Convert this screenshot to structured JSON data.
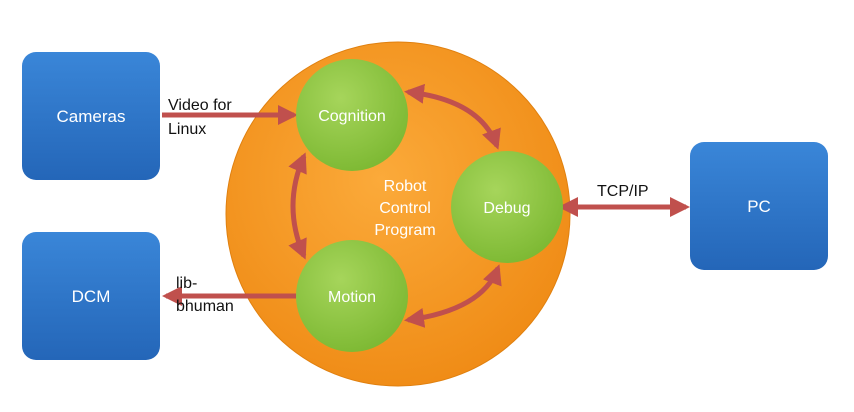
{
  "colors": {
    "box": "#2f78c9",
    "box_dark": "#1f5aa3",
    "big_circle": "#f7931e",
    "big_circle_dark": "#e07f10",
    "node": "#8dc63f",
    "node_dark": "#6fa52a",
    "arrow": "#c0504d",
    "text_light": "#ffffff",
    "text_dark": "#111111"
  },
  "boxes": {
    "cameras": "Cameras",
    "dcm": "DCM",
    "pc": "PC"
  },
  "nodes": {
    "cognition": "Cognition",
    "motion": "Motion",
    "debug": "Debug"
  },
  "center": {
    "line1": "Robot",
    "line2": "Control",
    "line3": "Program"
  },
  "edges": {
    "video_line1": "Video for",
    "video_line2": "Linux",
    "lib_line1": "lib-",
    "lib_line2": "bhuman",
    "tcp": "TCP/IP"
  }
}
